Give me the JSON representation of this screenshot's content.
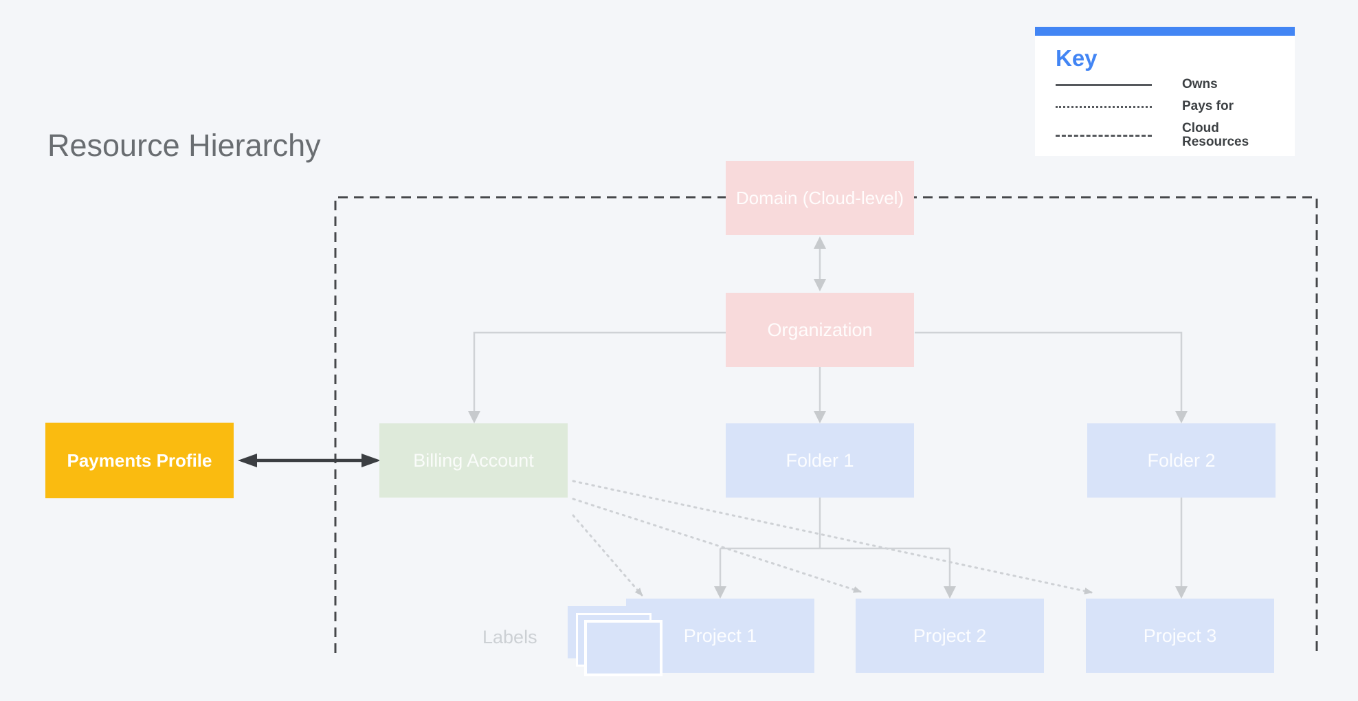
{
  "page": {
    "title": "Resource Hierarchy"
  },
  "key": {
    "title": "Key",
    "items": [
      {
        "style": "solid",
        "label": "Owns"
      },
      {
        "style": "dotted",
        "label": "Pays for"
      },
      {
        "style": "dashed",
        "label": "Cloud Resources"
      }
    ]
  },
  "nodes": {
    "domain": {
      "label": "Domain (Cloud-level)",
      "color": "#f8dadb"
    },
    "organization": {
      "label": "Organization",
      "color": "#f8dadb"
    },
    "billing_account": {
      "label": "Billing Account",
      "color": "#deeada"
    },
    "folder1": {
      "label": "Folder 1",
      "color": "#d8e3f9"
    },
    "folder2": {
      "label": "Folder 2",
      "color": "#d8e3f9"
    },
    "project1": {
      "label": "Project 1",
      "color": "#d8e3f9"
    },
    "project2": {
      "label": "Project 2",
      "color": "#d8e3f9"
    },
    "project3": {
      "label": "Project 3",
      "color": "#d8e3f9"
    },
    "payments_profile": {
      "label": "Payments Profile",
      "color": "#fabb10"
    }
  },
  "annotations": {
    "labels_caption": "Labels"
  },
  "edges": [
    {
      "from": "domain",
      "to": "organization",
      "type": "owns",
      "bidirectional": true
    },
    {
      "from": "organization",
      "to": "billing_account",
      "type": "owns"
    },
    {
      "from": "organization",
      "to": "folder1",
      "type": "owns"
    },
    {
      "from": "organization",
      "to": "folder2",
      "type": "owns"
    },
    {
      "from": "folder1",
      "to": "project1",
      "type": "owns"
    },
    {
      "from": "folder1",
      "to": "project2",
      "type": "owns"
    },
    {
      "from": "folder2",
      "to": "project3",
      "type": "owns"
    },
    {
      "from": "payments_profile",
      "to": "billing_account",
      "type": "owns",
      "bidirectional": true
    },
    {
      "from": "billing_account",
      "to": "project1",
      "type": "pays_for"
    },
    {
      "from": "billing_account",
      "to": "project2",
      "type": "pays_for"
    },
    {
      "from": "billing_account",
      "to": "project3",
      "type": "pays_for"
    }
  ],
  "colors": {
    "background": "#f4f6f9",
    "accent_blue": "#4285f4",
    "dashed_boundary": "#46484b",
    "light_connector": "#cfd2d6",
    "dark_arrow": "#3b3e42",
    "title_text": "#696d71",
    "caption_text": "#ccd0d4"
  }
}
